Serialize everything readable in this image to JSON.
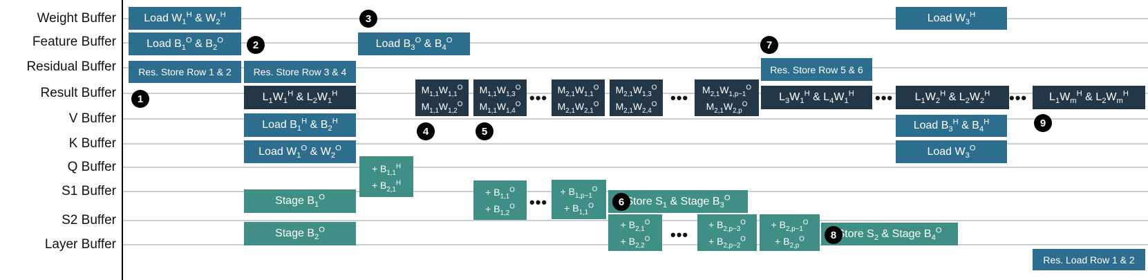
{
  "rows": [
    "Weight Buffer",
    "Feature Buffer",
    "Residual Buffer",
    "Result Buffer",
    "V Buffer",
    "K Buffer",
    "Q Buffer",
    "S1 Buffer",
    "S2 Buffer",
    "Layer Buffer"
  ],
  "ellipsis": "•••",
  "steps": [
    "1",
    "2",
    "3",
    "4",
    "5",
    "6",
    "7",
    "8",
    "9"
  ],
  "blocks": [
    {
      "name": "load-w1h-w2h",
      "style": "c-blue f-lg",
      "lines": [
        "Load W<sub>1</sub><sup>H</sup> &amp; W<sub>2</sub><sup>H</sup>"
      ]
    },
    {
      "name": "load-w3h",
      "style": "c-blue f-lg",
      "lines": [
        "Load W<sub>3</sub><sup>H</sup>"
      ]
    },
    {
      "name": "load-b1o-b2o",
      "style": "c-blue f-lg",
      "lines": [
        "Load B<sub>1</sub><sup>O</sup> &amp; B<sub>2</sub><sup>O</sup>"
      ]
    },
    {
      "name": "load-b3o-b4o",
      "style": "c-blue f-lg",
      "lines": [
        "Load B<sub>3</sub><sup>O</sup> &amp; B<sub>4</sub><sup>O</sup>"
      ]
    },
    {
      "name": "res-store-row-1-2",
      "style": "c-blue f-sm",
      "lines": [
        "Res. Store Row 1 &amp; 2"
      ]
    },
    {
      "name": "res-store-row-3-4",
      "style": "c-blue f-sm",
      "lines": [
        "Res. Store Row 3 &amp; 4"
      ]
    },
    {
      "name": "res-store-row-5-6",
      "style": "c-blue f-sm",
      "lines": [
        "Res. Store Row 5 &amp; 6"
      ]
    },
    {
      "name": "l1w1h-l2w1h",
      "style": "c-dark f-lg",
      "lines": [
        "L<sub>1</sub>W<sub>1</sub><sup>H</sup> &amp; L<sub>2</sub>W<sub>1</sub><sup>H</sup>"
      ]
    },
    {
      "name": "m11-w11-w12",
      "style": "c-dark f-sm",
      "lines": [
        "M<sub>1,1</sub>W<sub>1,1</sub><sup>O</sup>",
        "M<sub>1,1</sub>W<sub>1,2</sub><sup>O</sup>"
      ]
    },
    {
      "name": "m11-w13-w14",
      "style": "c-dark f-sm",
      "lines": [
        "M<sub>1,1</sub>W<sub>1,3</sub><sup>O</sup>",
        "M<sub>1,1</sub>W<sub>1,4</sub><sup>O</sup>"
      ]
    },
    {
      "name": "m21-w11-w21",
      "style": "c-dark f-sm",
      "lines": [
        "M<sub>2,1</sub>W<sub>1,1</sub><sup>O</sup>",
        "M<sub>2,1</sub>W<sub>2,1</sub><sup>O</sup>"
      ]
    },
    {
      "name": "m21-w13-w24",
      "style": "c-dark f-sm",
      "lines": [
        "M<sub>2,1</sub>W<sub>1,3</sub><sup>O</sup>",
        "M<sub>2,1</sub>W<sub>2,4</sub><sup>O</sup>"
      ]
    },
    {
      "name": "m21-w1p-w2p",
      "style": "c-dark f-sm",
      "lines": [
        "M<sub>2,1</sub>W<sub>1,p&minus;1</sub><sup>O</sup>",
        "M<sub>2,1</sub>W<sub>2,p</sub><sup>O</sup>"
      ]
    },
    {
      "name": "l3w1h-l4w1h",
      "style": "c-dark f-lg",
      "lines": [
        "L<sub>3</sub>W<sub>1</sub><sup>H</sup> &amp; L<sub>4</sub>W<sub>1</sub><sup>H</sup>"
      ]
    },
    {
      "name": "l1w2h-l2w2h",
      "style": "c-dark f-lg",
      "lines": [
        "L<sub>1</sub>W<sub>2</sub><sup>H</sup> &amp; L<sub>2</sub>W<sub>2</sub><sup>H</sup>"
      ]
    },
    {
      "name": "l1wm-l2wm",
      "style": "c-dark f-lg",
      "lines": [
        "L<sub>1</sub>W<sub>m</sub><sup>H</sup> &amp; L<sub>2</sub>W<sub>m</sub><sup>H</sup>"
      ]
    },
    {
      "name": "load-b1h-b2h",
      "style": "c-blue f-lg",
      "lines": [
        "Load B<sub>1</sub><sup>H</sup> &amp; B<sub>2</sub><sup>H</sup>"
      ]
    },
    {
      "name": "load-b3h-b4h",
      "style": "c-blue f-lg",
      "lines": [
        "Load B<sub>3</sub><sup>H</sup> &amp; B<sub>4</sub><sup>H</sup>"
      ]
    },
    {
      "name": "load-w1o-w2o",
      "style": "c-blue f-lg",
      "lines": [
        "Load W<sub>1</sub><sup>O</sup> &amp; W<sub>2</sub><sup>O</sup>"
      ]
    },
    {
      "name": "load-w3o",
      "style": "c-blue f-lg",
      "lines": [
        "Load W<sub>3</sub><sup>O</sup>"
      ]
    },
    {
      "name": "q-b11-b21",
      "style": "c-teal f-sm",
      "lines": [
        "+ B<sub>1,1</sub><sup>H</sup>",
        "+ B<sub>2,1</sub><sup>H</sup>"
      ]
    },
    {
      "name": "stage-b1o",
      "style": "c-teal f-lg",
      "lines": [
        "Stage B<sub>1</sub><sup>O</sup>"
      ]
    },
    {
      "name": "s1-b11-b12",
      "style": "c-teal f-sm",
      "lines": [
        "+ B<sub>1,1</sub><sup>O</sup>",
        "+ B<sub>1,2</sub><sup>O</sup>"
      ]
    },
    {
      "name": "s1-b1p-b11",
      "style": "c-teal f-sm",
      "lines": [
        "+ B<sub>1,p&minus;1</sub><sup>O</sup>",
        "+ B<sub>1,1</sub><sup>O</sup>"
      ]
    },
    {
      "name": "store-s1-stage-b3o",
      "style": "c-teal f-lg",
      "lines": [
        "Store S<sub>1</sub> &amp; Stage B<sub>3</sub><sup>O</sup>"
      ]
    },
    {
      "name": "stage-b2o",
      "style": "c-teal f-lg",
      "lines": [
        "Stage B<sub>2</sub><sup>O</sup>"
      ]
    },
    {
      "name": "s2-b21-b22",
      "style": "c-teal f-sm",
      "lines": [
        "+ B<sub>2,1</sub><sup>O</sup>",
        "+ B<sub>2,2</sub><sup>O</sup>"
      ]
    },
    {
      "name": "s2-b2p3-b2p2",
      "style": "c-teal f-sm",
      "lines": [
        "+ B<sub>2,p&minus;3</sub><sup>O</sup>",
        "+ B<sub>2,p&minus;2</sub><sup>O</sup>"
      ]
    },
    {
      "name": "s2-b2p1-b2p",
      "style": "c-teal f-sm",
      "lines": [
        "+ B<sub>2,p&minus;1</sub><sup>O</sup>",
        "+ B<sub>2,p</sub><sup>O</sup>"
      ]
    },
    {
      "name": "store-s2-stage-b4o",
      "style": "c-teal f-lg",
      "lines": [
        "Store S<sub>2</sub> &amp; Stage B<sub>4</sub><sup>O</sup>"
      ]
    },
    {
      "name": "res-load-row-1-2",
      "style": "c-blue f-sm",
      "lines": [
        "Res. Load Row 1 &amp; 2"
      ]
    }
  ]
}
